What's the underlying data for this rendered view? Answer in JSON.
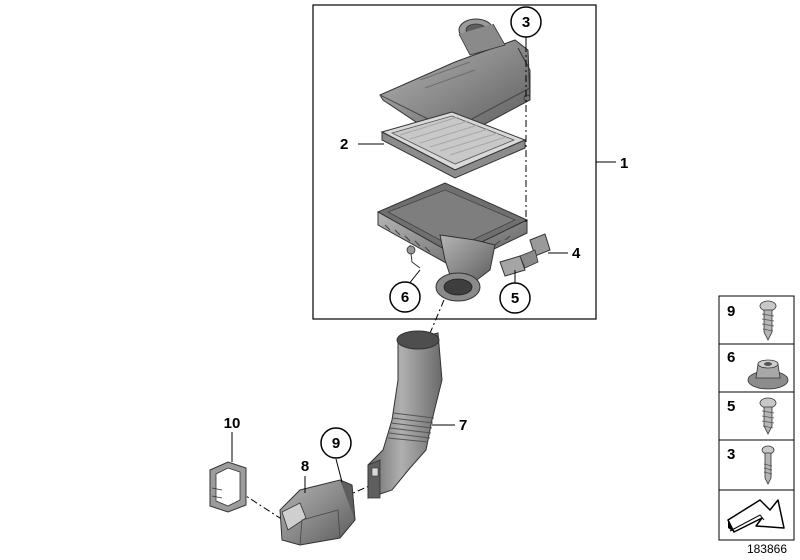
{
  "callouts": {
    "c1": "1",
    "c2": "2",
    "c3": "3",
    "c4": "4",
    "c5": "5",
    "c6": "6",
    "c7": "7",
    "c8": "8",
    "c9": "9",
    "c10": "10"
  },
  "legend": {
    "items": [
      {
        "number": "9",
        "icon": "self-tapping-screw-icon"
      },
      {
        "number": "6",
        "icon": "rubber-grommet-icon"
      },
      {
        "number": "5",
        "icon": "self-tapping-screw-icon"
      },
      {
        "number": "3",
        "icon": "screw-icon"
      }
    ],
    "arrow_icon": "navigation-arrow-icon"
  },
  "doc_number": "183866",
  "colors": {
    "part_fill": "#8c8c8c",
    "part_dark": "#5e5e5e",
    "part_light": "#c4c4c4",
    "line": "#000000"
  }
}
